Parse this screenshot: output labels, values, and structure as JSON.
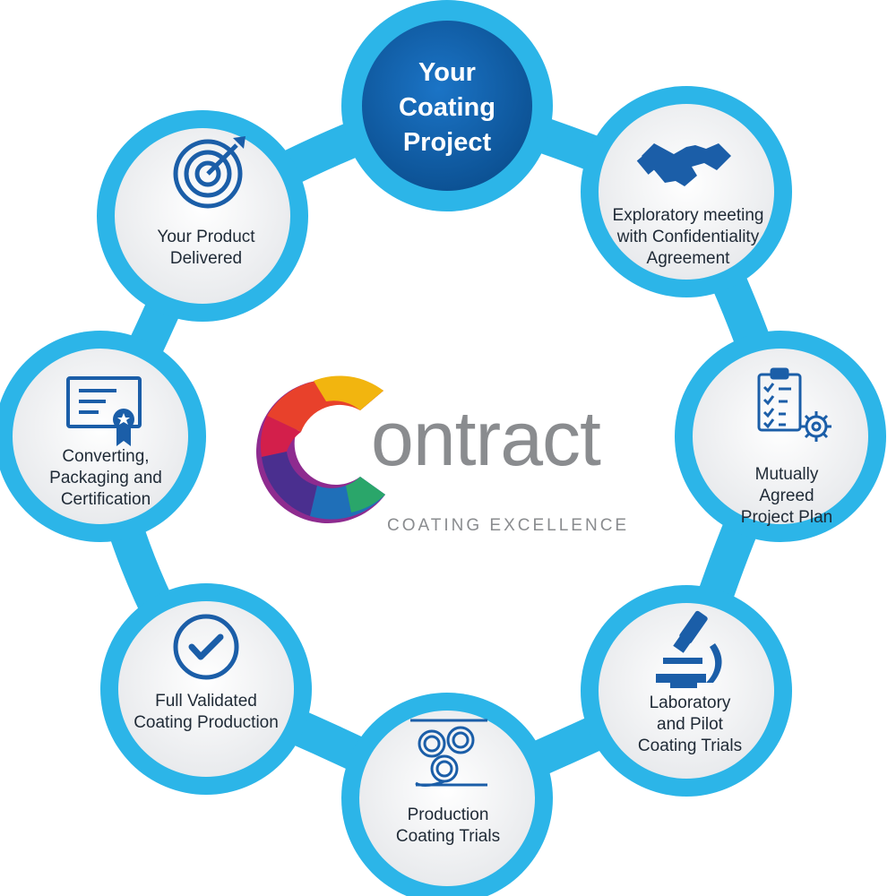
{
  "center": {
    "title": "Your\nCoating\nProject"
  },
  "brand": {
    "name": "ontract",
    "tagline": "COATING EXCELLENCE"
  },
  "steps": [
    {
      "label": "Exploratory meeting\nwith Confidentiality\nAgreement",
      "icon": "handshake-icon"
    },
    {
      "label": "Mutually Agreed\nProject Plan",
      "icon": "clipboard-gear-icon"
    },
    {
      "label": "Laboratory\nand Pilot\nCoating Trials",
      "icon": "microscope-icon"
    },
    {
      "label": "Production\nCoating Trials",
      "icon": "rollers-icon"
    },
    {
      "label": "Full Validated\nCoating Production",
      "icon": "checkmark-circle-icon"
    },
    {
      "label": "Converting,\nPackaging and\nCertification",
      "icon": "certificate-icon"
    },
    {
      "label": "Your Product\nDelivered",
      "icon": "target-icon"
    }
  ],
  "colors": {
    "ring": "#2cb5e8",
    "icon": "#1b5ea8",
    "center": "#0f5fa8",
    "node_fill": "#f1f2f4",
    "brand_gray": "#8a8c8f"
  }
}
